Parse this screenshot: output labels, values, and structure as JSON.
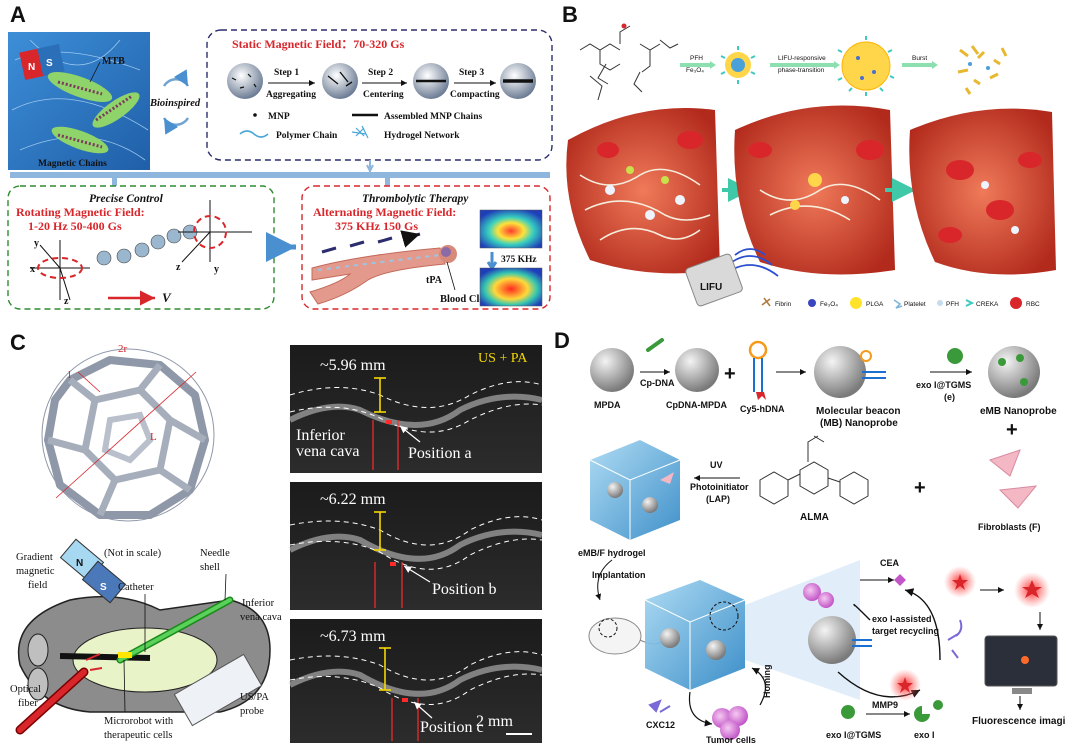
{
  "panels": {
    "a": {
      "letter": "A",
      "mtb": "MTB",
      "magnetic_chains": "Magnetic Chains",
      "bioinspired": "Bioinspired",
      "static_title": "Static Magnetic Field：70-320 Gs",
      "steps": [
        {
          "step": "Step 1",
          "name": "Aggregating"
        },
        {
          "step": "Step 2",
          "name": "Centering"
        },
        {
          "step": "Step 3",
          "name": "Compacting"
        }
      ],
      "legend": {
        "mnp": "MNP",
        "assembled": "Assembled MNP Chains",
        "polymer": "Polymer Chain",
        "hydrogel": "Hydrogel Network"
      },
      "precise": {
        "title": "Precise Control",
        "subtitle1": "Rotating Magnetic Field:",
        "subtitle2": "1-20 Hz 50-400 Gs",
        "v": "V",
        "axes": [
          "x",
          "y",
          "z",
          "y",
          "z"
        ]
      },
      "thrombo": {
        "title": "Thrombolytic Therapy",
        "subtitle1": "Alternating Magnetic Field:",
        "subtitle2": "375 KHz 150 Gs",
        "tpa": "tPA",
        "clot": "Blood Clot",
        "freq": "375 KHz"
      }
    },
    "b": {
      "letter": "B",
      "pfh": "PFH",
      "fe3o4": "Fe₃O₄",
      "lifu_resp1": "LIFU-responsive",
      "lifu_resp2": "phase-transition",
      "burst": "Burst",
      "lifu": "LIFU",
      "legend": [
        "Fibrin",
        "Fe₃O₄",
        "PLGA",
        "Platelet",
        "PFH",
        "CREKA",
        "RBC"
      ]
    },
    "c": {
      "letter": "C",
      "dims": [
        "2r",
        "l",
        "L"
      ],
      "us_pa": "US + PA",
      "m1": "~5.96 mm",
      "m2": "~6.22 mm",
      "m3": "~6.73 mm",
      "ivc1": "Inferior",
      "ivc2": "vena cava",
      "pos_a": "Position a",
      "pos_b": "Position b",
      "pos_c": "Position c",
      "scale": "2 mm",
      "gradient1": "Gradient",
      "gradient2": "magnetic",
      "gradient3": "field",
      "not_scale": "(Not in scale)",
      "catheter": "Catheter",
      "needle1": "Needle",
      "needle2": "shell",
      "inferior1": "Inferior",
      "inferior2": "vena cava",
      "optical1": "Optical",
      "optical2": "fiber",
      "micro1": "Microrobot with",
      "micro2": "therapeutic cells",
      "probe1": "US/PA",
      "probe2": "probe",
      "n": "N",
      "s": "S"
    },
    "d": {
      "letter": "D",
      "mpda": "MPDA",
      "cp_dna": "Cp-DNA",
      "cpdna_mpda": "CpDNA-MPDA",
      "cy5": "Cy5-hDNA",
      "mb1": "Molecular beacon",
      "mb2": "(MB) Nanoprobe",
      "exo1": "exo I@TGMS",
      "exo2": "(e)",
      "emb": "eMB Nanoprobe",
      "uv": "UV",
      "photo1": "Photoinitiator",
      "photo2": "(LAP)",
      "alma": "ALMA",
      "fibro": "Fibroblasts (F)",
      "hydrogel": "eMB/F hydrogel",
      "implant": "Implantation",
      "cea": "CEA",
      "recyc1": "exo I-assisted",
      "recyc2": "target recycling",
      "cxc": "CXC12",
      "homing": "Homing",
      "tumor": "Tumor cells",
      "exo_bottom": "exo I@TGMS",
      "mmp": "MMP9",
      "exoi": "exo I",
      "fluor": "Fluorescence imaging"
    }
  },
  "colors": {
    "red": "#d8262b",
    "navy": "#2b2d6e",
    "green_dash": "#2f8a2f",
    "red_dash": "#d8262b",
    "vessel": "#c0392b"
  }
}
